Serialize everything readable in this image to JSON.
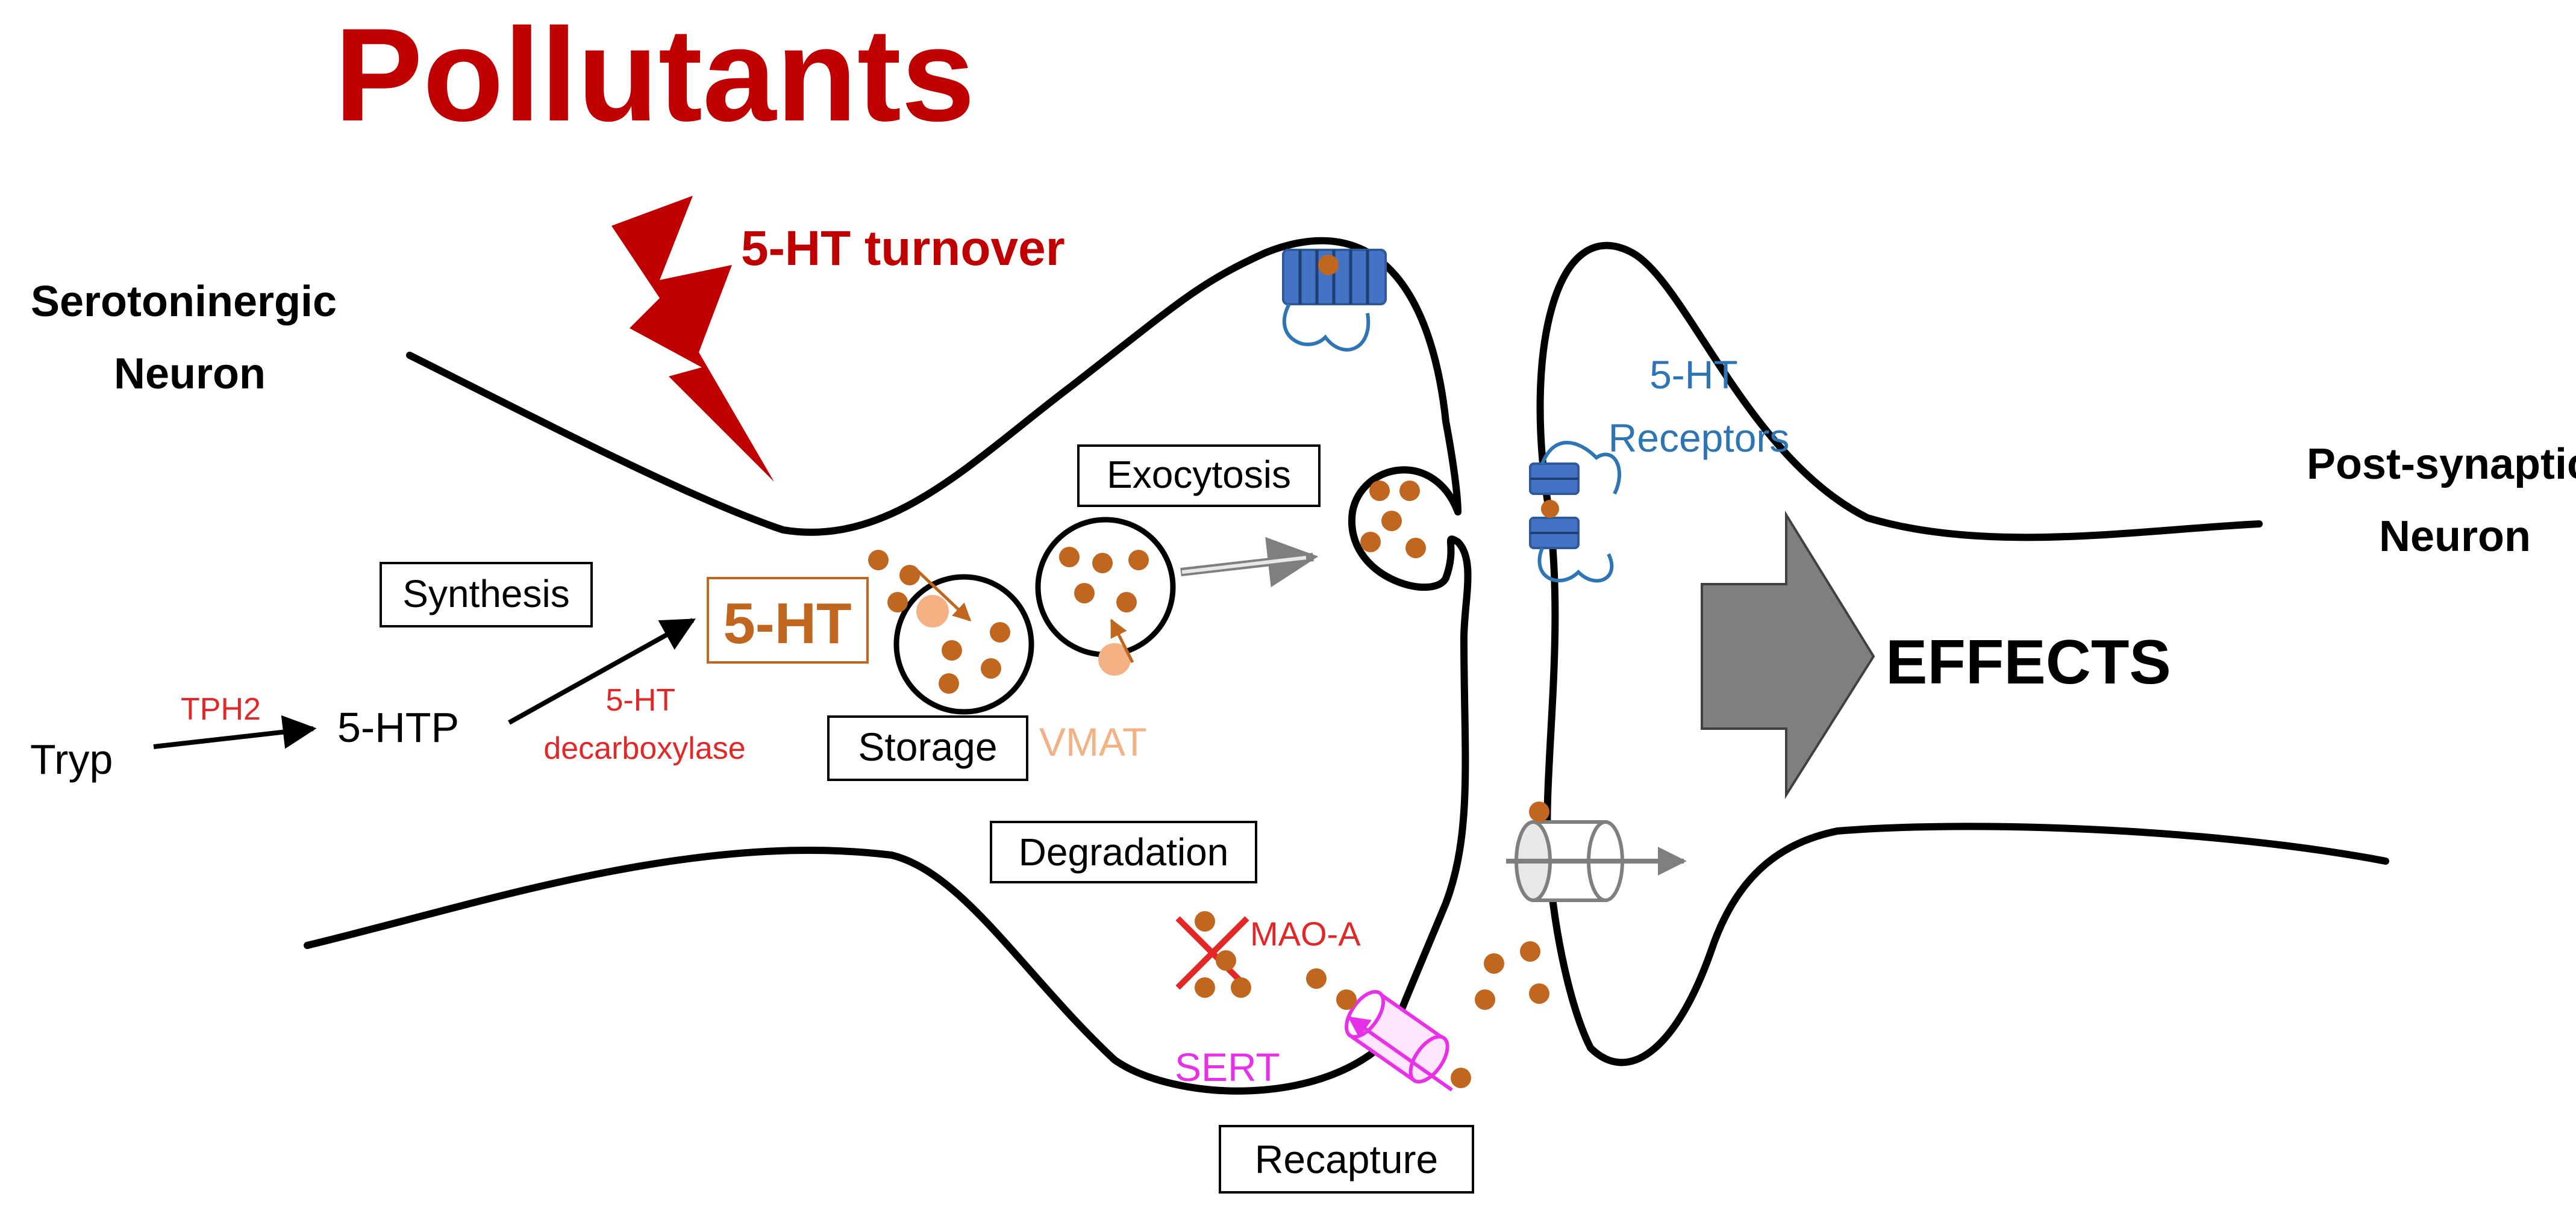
{
  "title": "Pollutants",
  "pollutant_effect": "5-HT turnover",
  "neurons": {
    "pre": "Serotoninergic\nNeuron",
    "post": "Post-synaptic\nNeuron"
  },
  "pathway": {
    "tryp": "Tryp",
    "tph2": "TPH2",
    "htp": "5-HTP",
    "decarboxylase": "5-HT\ndecarboxylase",
    "serotonin": "5-HT"
  },
  "process_boxes": {
    "synthesis": "Synthesis",
    "storage": "Storage",
    "exocytosis": "Exocytosis",
    "degradation": "Degradation",
    "recapture": "Recapture"
  },
  "molecules": {
    "vmat": "VMAT",
    "mao_a": "MAO-A",
    "sert": "SERT",
    "receptors": "5-HT\nReceptors"
  },
  "effects": "EFFECTS",
  "colors": {
    "title_red": "#c00000",
    "enzyme_red": "#e32626",
    "serotonin_orange": "#c0661f",
    "vmat_peach": "#f4b183",
    "receptor_blue": "#2e75b6",
    "receptor_fill": "#4472c4",
    "sert_magenta": "#e830e8",
    "arrow_gray": "#7f7f7f"
  }
}
